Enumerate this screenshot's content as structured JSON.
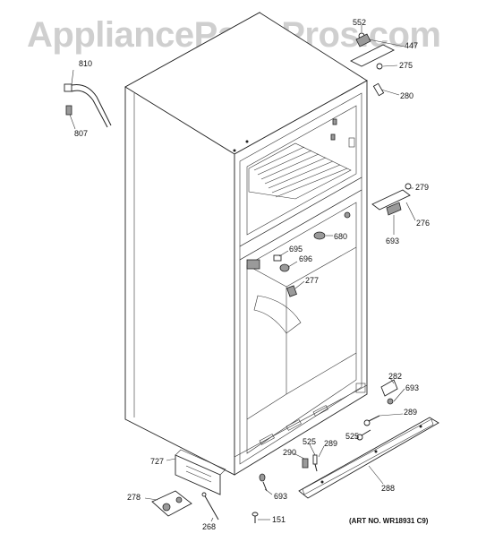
{
  "watermark": "AppliancePartsPros.com",
  "art_number": "(ART NO. WR18931 C9)",
  "callouts": [
    {
      "id": "c552",
      "label": "552"
    },
    {
      "id": "c447",
      "label": "447"
    },
    {
      "id": "c275",
      "label": "275"
    },
    {
      "id": "c280",
      "label": "280"
    },
    {
      "id": "c810",
      "label": "810"
    },
    {
      "id": "c807",
      "label": "807"
    },
    {
      "id": "c279",
      "label": "279"
    },
    {
      "id": "c276",
      "label": "276"
    },
    {
      "id": "c693a",
      "label": "693"
    },
    {
      "id": "c680",
      "label": "680"
    },
    {
      "id": "c695",
      "label": "695"
    },
    {
      "id": "c696",
      "label": "696"
    },
    {
      "id": "c277",
      "label": "277"
    },
    {
      "id": "c282",
      "label": "282"
    },
    {
      "id": "c693b",
      "label": "693"
    },
    {
      "id": "c289a",
      "label": "289"
    },
    {
      "id": "c525a",
      "label": "525"
    },
    {
      "id": "c525b",
      "label": "525"
    },
    {
      "id": "c289b",
      "label": "289"
    },
    {
      "id": "c290",
      "label": "290"
    },
    {
      "id": "c727",
      "label": "727"
    },
    {
      "id": "c288",
      "label": "288"
    },
    {
      "id": "c693c",
      "label": "693"
    },
    {
      "id": "c278",
      "label": "278"
    },
    {
      "id": "c268",
      "label": "268"
    },
    {
      "id": "c151",
      "label": "151"
    }
  ]
}
